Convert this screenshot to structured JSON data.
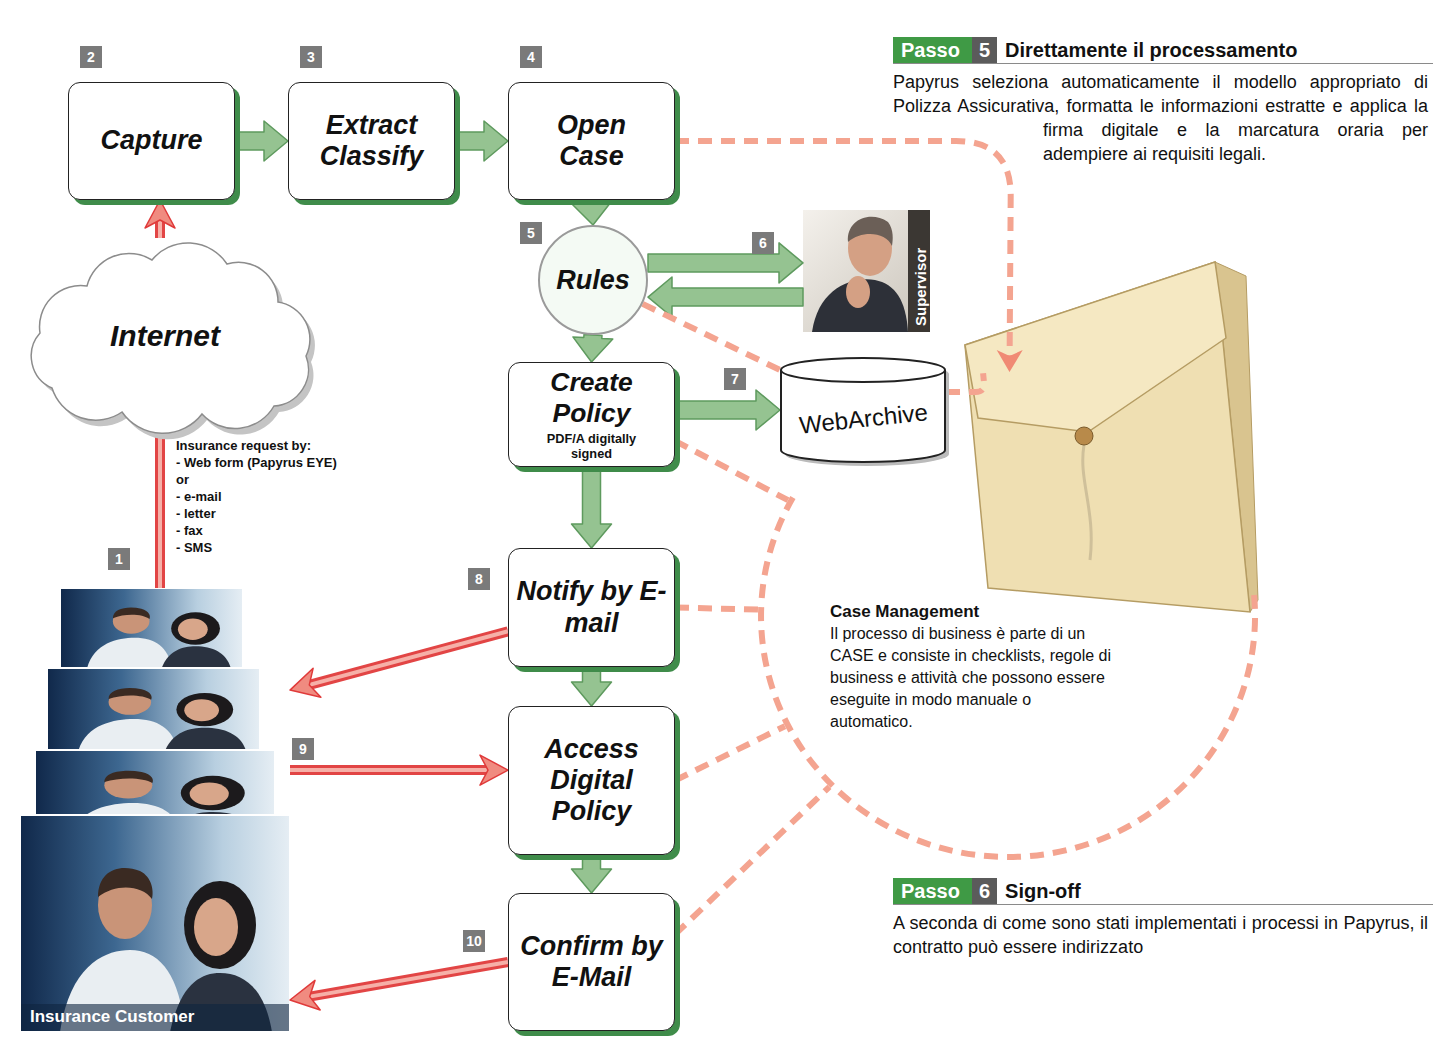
{
  "diagram": {
    "nodes": [
      {
        "text": [
          "Passo",
          "5",
          "Direttamente il processamento"
        ]
      },
      {
        "text": [
          "Capture"
        ]
      },
      {
        "text": [
          "Extract Classify"
        ]
      },
      {
        "text": [
          "Open Case"
        ]
      },
      {
        "text": [
          "Rules"
        ]
      },
      {
        "text": [
          "Supervisor"
        ]
      },
      {
        "text": [
          "Internet"
        ]
      },
      {
        "text": [
          "Create Policy",
          "PDF/A digitally signed"
        ]
      },
      {
        "text": [
          "WebArchive"
        ]
      },
      {
        "text": [
          "Case Management",
          "Il processo di business è parte di un CASE e consiste in checklists, regole di business e attività che possono essere eseguite in modo manuale o automatico."
        ]
      },
      {
        "text": [
          "Notify by E-mail"
        ]
      },
      {
        "text": [
          "Insurance Customer"
        ]
      },
      {
        "text": [
          "Access Digital Policy"
        ]
      },
      {
        "text": [
          "Passo",
          "6",
          "Sign-off"
        ]
      },
      {
        "text": [
          "Confirm by E-Mail"
        ]
      }
    ],
    "edges": [
      {
        "from": 1,
        "to": 2,
        "arrow": "to"
      },
      {
        "from": 2,
        "to": 3,
        "arrow": "to"
      },
      {
        "from": 3,
        "to": 4,
        "arrow": "to"
      },
      {
        "from": 4,
        "to": 7,
        "arrow": "to"
      },
      {
        "from": 4,
        "to": 5,
        "arrow": "to"
      },
      {
        "from": 5,
        "to": 4,
        "arrow": "to"
      },
      {
        "from": 7,
        "to": 8,
        "arrow": "to"
      },
      {
        "from": 7,
        "to": 10,
        "arrow": "to"
      },
      {
        "from": 10,
        "to": 12,
        "arrow": "to"
      },
      {
        "from": 12,
        "to": 14,
        "arrow": "to"
      },
      {
        "from": 11,
        "to": 6,
        "arrow": "none"
      },
      {
        "from": 6,
        "to": 1,
        "arrow": "to"
      },
      {
        "from": 10,
        "to": 11,
        "arrow": "to"
      },
      {
        "from": 11,
        "to": 12,
        "arrow": "to"
      },
      {
        "from": 14,
        "to": 11,
        "arrow": "to"
      },
      {
        "from": 3,
        "to": 9,
        "arrow": "to"
      },
      {
        "from": 4,
        "to": 8,
        "arrow": "none"
      },
      {
        "from": 8,
        "to": 9,
        "arrow": "none"
      },
      {
        "from": 7,
        "to": 9,
        "arrow": "none"
      },
      {
        "from": 10,
        "to": 9,
        "arrow": "none"
      },
      {
        "from": 12,
        "to": 9,
        "arrow": "none"
      },
      {
        "from": 14,
        "to": 9,
        "arrow": "none"
      }
    ],
    "labels": [
      "1",
      "2",
      "3",
      "4",
      "5",
      "6",
      "7",
      "8",
      "9",
      "10",
      "Insurance request by:",
      "- Web form (Papyrus EYE)",
      "or",
      "- e-mail",
      "- letter",
      "- fax",
      "- SMS",
      "Papyrus seleziona automaticamente il modello appropriato di Polizza Assicurativa, formatta le informazioni estratte e applica la firma digitale e la marcatura oraria per adempiere ai requisiti legali.",
      "A seconda di come sono stati implementati i processi in Papyrus, il contratto può essere indirizzato"
    ]
  }
}
